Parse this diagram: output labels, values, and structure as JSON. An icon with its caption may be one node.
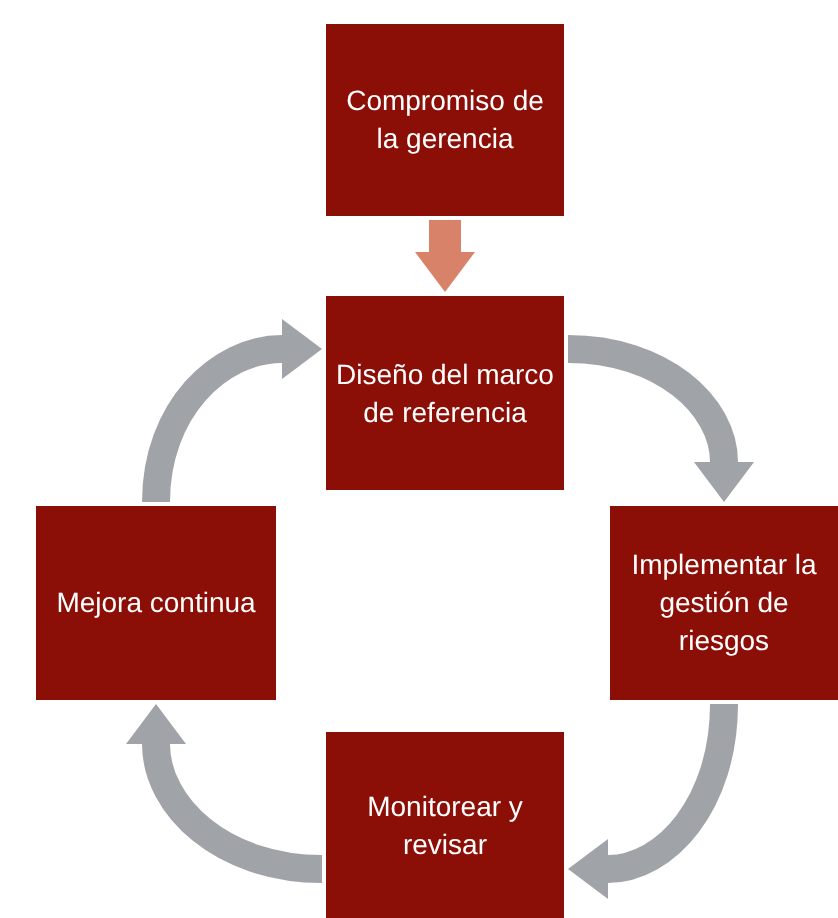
{
  "diagram": {
    "nodes": [
      {
        "text": [
          "Compromiso de la gerencia"
        ]
      },
      {
        "text": [
          "Diseño del marco de referencia"
        ]
      },
      {
        "text": [
          "Implementar la gestión de riesgos"
        ]
      },
      {
        "text": [
          "Monitorear y revisar"
        ]
      },
      {
        "text": [
          "Mejora continua"
        ]
      }
    ],
    "edges": [
      {
        "from": 0,
        "to": 1,
        "arrow": "to",
        "color": "#d9826a"
      },
      {
        "from": 1,
        "to": 2,
        "arrow": "to"
      },
      {
        "from": 2,
        "to": 3,
        "arrow": "to"
      },
      {
        "from": 3,
        "to": 4,
        "arrow": "to"
      },
      {
        "from": 4,
        "to": 1,
        "arrow": "to"
      }
    ]
  }
}
